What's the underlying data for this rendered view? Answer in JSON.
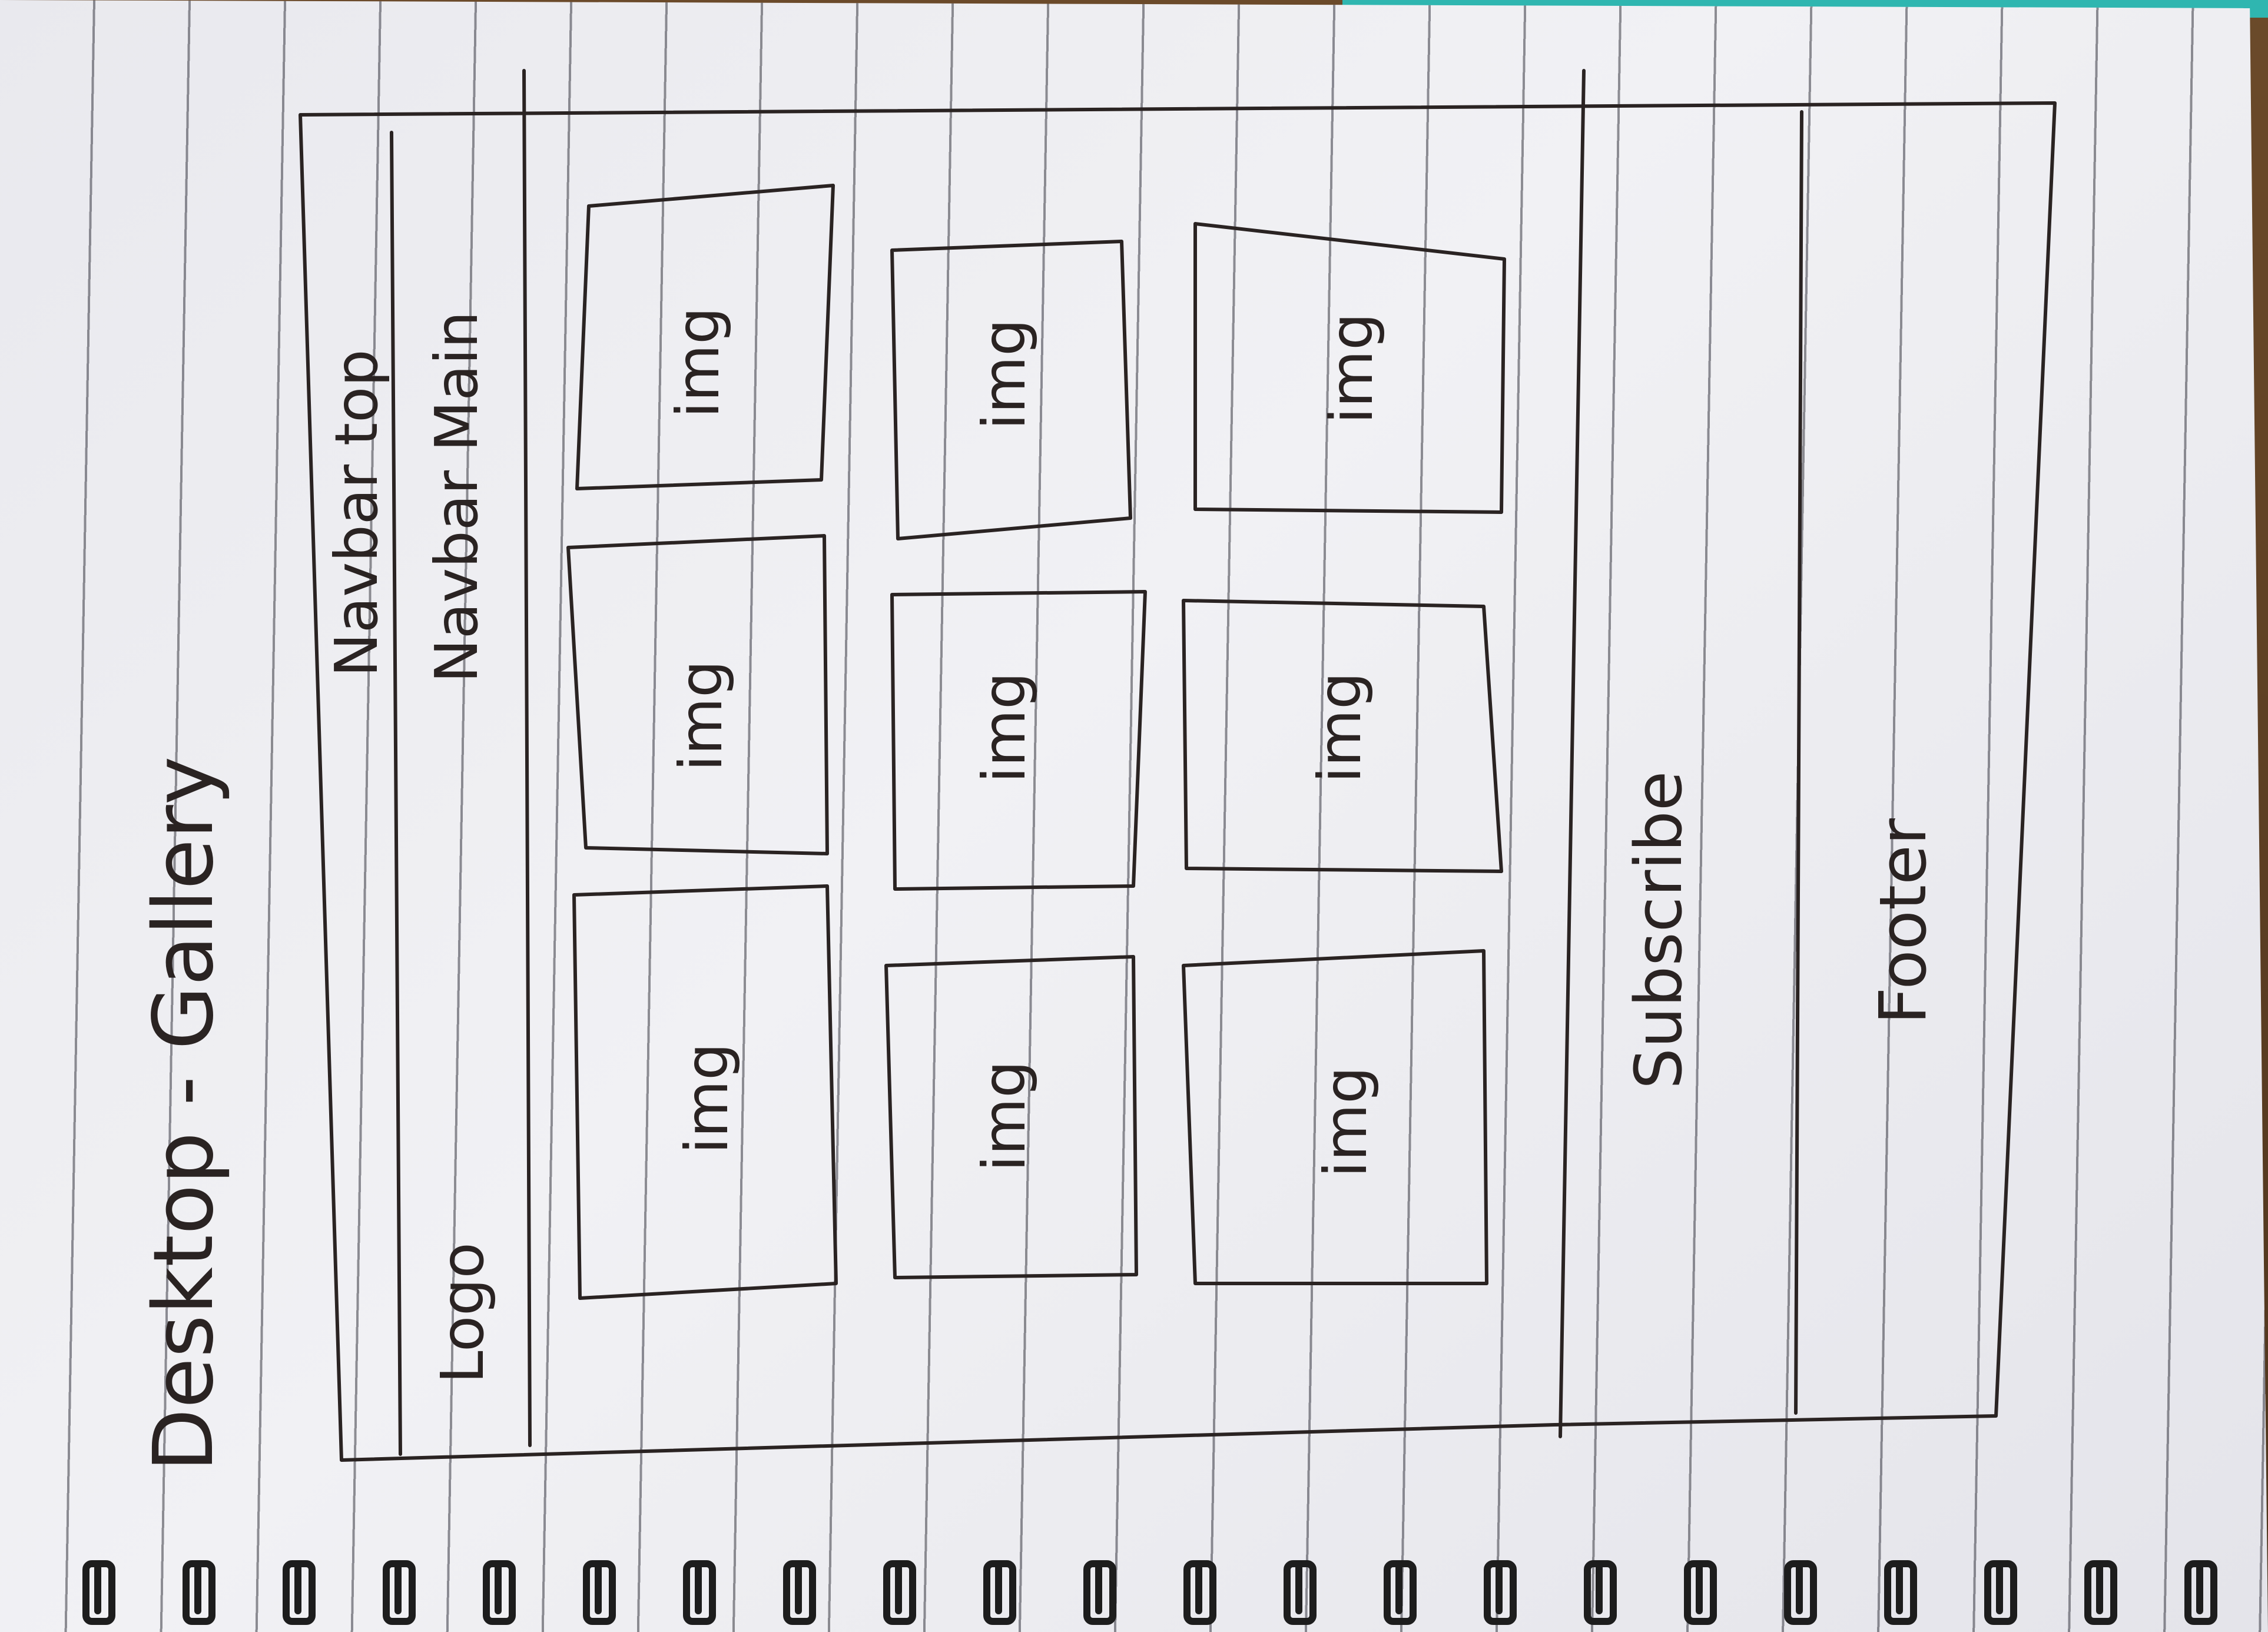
{
  "page_title": "Desktop - Gallery",
  "header": {
    "navbar_top_label": "Navbar top",
    "navbar_main_label": "Navbar Main",
    "logo_label": "Logo"
  },
  "gallery": {
    "image_label": "img"
  },
  "subscribe_label": "Subscribe",
  "footer_label": "Footer"
}
